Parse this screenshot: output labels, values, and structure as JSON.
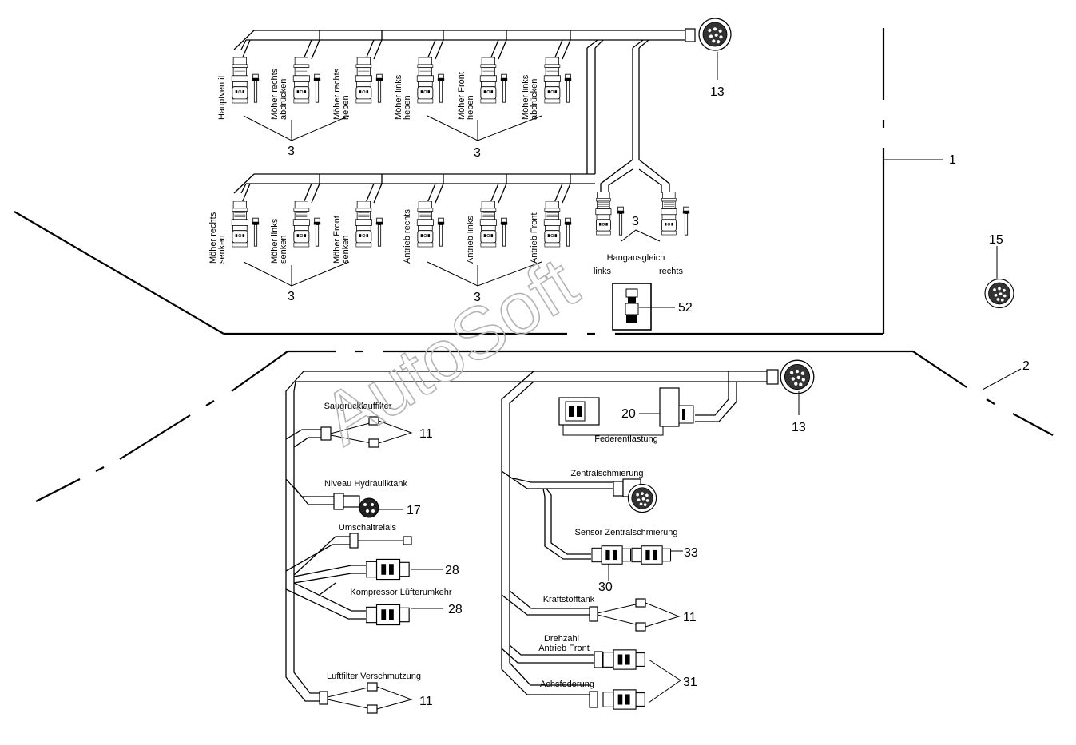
{
  "upper_harness": {
    "top_row_labels": [
      "Hauptventil",
      "Möher rechts|abdrücken",
      "Möher rechts|heben",
      "Möher links|heben",
      "Möher Front|heben",
      "Möher links|abdrücken"
    ],
    "bottom_row_labels": [
      "Möher rechts|senken",
      "Möher links|senken",
      "Möher Front|senken",
      "Antrieb rechts",
      "Antrieb links",
      "Antrieb Front"
    ],
    "hangausgleich": {
      "title": "Hangausgleich",
      "left": "links",
      "right": "rechts"
    }
  },
  "lower_harness": {
    "saugruecklauffilter": "Saugrücklauffilter",
    "niveau": "Niveau Hydrauliktank",
    "umschaltrelais": "Umschaltrelais",
    "kompressor": "Kompressor Lüfterumkehr",
    "luftfilter": "Luftfilter Verschmutzung",
    "federentlastung": "Federentlastung",
    "zentralschmierung": "Zentralschmierung",
    "sensor_zentral": "Sensor Zentralschmierung",
    "kraftstofftank": "Kraftstofftank",
    "drehzahl_1": "Drehzahl",
    "drehzahl_2": "Antrieb Front",
    "achsfederung": "Achsfederung"
  },
  "callouts": {
    "c1": "1",
    "c2": "2",
    "c3": "3",
    "c11": "11",
    "c13": "13",
    "c15": "15",
    "c17": "17",
    "c20": "20",
    "c28": "28",
    "c30": "30",
    "c31": "31",
    "c33": "33",
    "c52": "52"
  },
  "watermark": "AutoSoft"
}
